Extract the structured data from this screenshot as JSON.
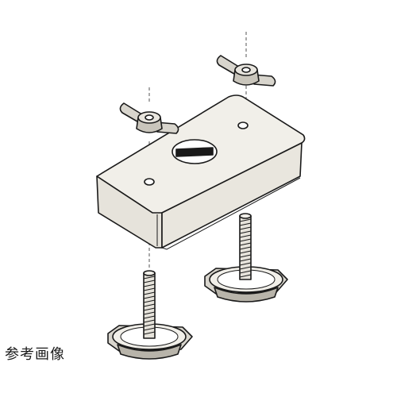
{
  "caption": "参考画像",
  "colors": {
    "line": "#1a1a1a",
    "fill_light": "#f1efe9",
    "fill_mid": "#d8d5cd",
    "fill_dark": "#b8b4aa",
    "background": "#ffffff"
  },
  "parts": [
    "mounting-block",
    "wing-nut",
    "wing-nut",
    "threaded-bolt",
    "threaded-bolt",
    "leveling-foot",
    "leveling-foot"
  ]
}
